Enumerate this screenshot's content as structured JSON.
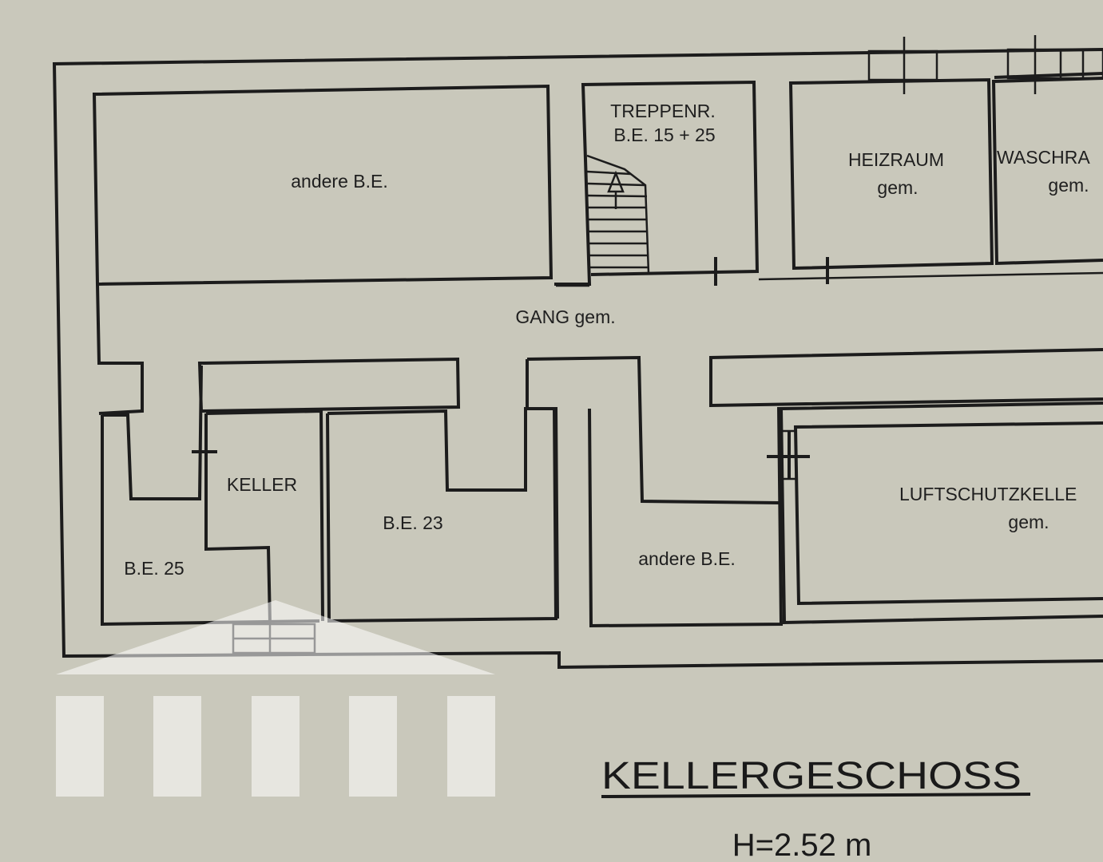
{
  "rooms": {
    "andere_be_top": "andere B.E.",
    "treppenraum_line1": "TREPPENR.",
    "treppenraum_line2": "B.E. 15 + 25",
    "heizraum_line1": "HEIZRAUM",
    "heizraum_line2": "gem.",
    "waschraum_line1": "WASCHRA",
    "waschraum_line2": "gem.",
    "gang": "GANG gem.",
    "keller": "KELLER",
    "be23": "B.E. 23",
    "be25": "B.E. 25",
    "andere_be_bottom": "andere B.E.",
    "luftschutz_line1": "LUFTSCHUTZKELLE",
    "luftschutz_line2": "gem."
  },
  "floor": {
    "title": "KELLERGESCHOSS",
    "height": "H=2.52 m"
  },
  "watermark": {
    "icon": "house-logo-icon"
  }
}
